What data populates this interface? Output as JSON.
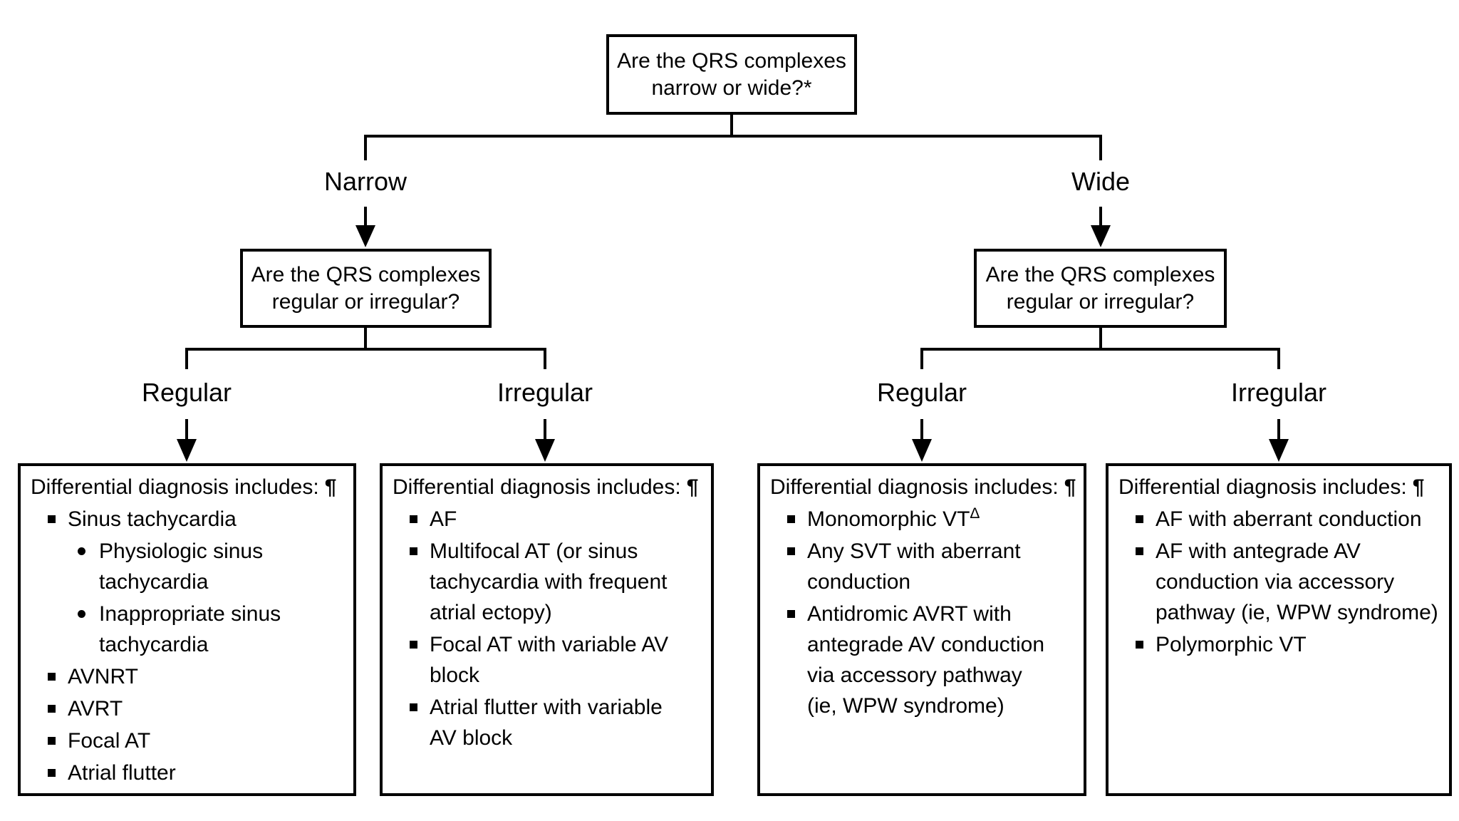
{
  "colors": {
    "ink": "#000000",
    "background": "#ffffff"
  },
  "root_question": {
    "text": "Are the QRS complexes narrow or wide?",
    "footnote_marker": "*"
  },
  "branches": {
    "narrow": {
      "label": "Narrow",
      "question": "Are the QRS complexes regular or irregular?"
    },
    "wide": {
      "label": "Wide",
      "question": "Are the QRS complexes regular or irregular?"
    }
  },
  "outcomes": [
    {
      "branch": "Narrow",
      "rhythm_label": "Regular",
      "title": "Differential diagnosis includes:",
      "title_marker": "¶",
      "items": [
        {
          "text": "Sinus tachycardia",
          "level": 1
        },
        {
          "text": "Physiologic sinus tachycardia",
          "level": 2
        },
        {
          "text": "Inappropriate sinus tachycardia",
          "level": 2
        },
        {
          "text": "AVNRT",
          "level": 1
        },
        {
          "text": "AVRT",
          "level": 1
        },
        {
          "text": "Focal AT",
          "level": 1
        },
        {
          "text": "Atrial flutter",
          "level": 1
        }
      ]
    },
    {
      "branch": "Narrow",
      "rhythm_label": "Irregular",
      "title": "Differential diagnosis includes:",
      "title_marker": "¶",
      "items": [
        {
          "text": "AF",
          "level": 1
        },
        {
          "text": "Multifocal AT (or sinus tachycardia with frequent atrial ectopy)",
          "level": 1
        },
        {
          "text": "Focal AT with variable AV block",
          "level": 1
        },
        {
          "text": "Atrial flutter with variable AV block",
          "level": 1
        }
      ]
    },
    {
      "branch": "Wide",
      "rhythm_label": "Regular",
      "title": "Differential diagnosis includes:",
      "title_marker": "¶",
      "items": [
        {
          "text": "Monomorphic VT",
          "sup": "Δ",
          "level": 1
        },
        {
          "text": "Any SVT with aberrant conduction",
          "level": 1
        },
        {
          "text": "Antidromic AVRT with antegrade AV conduction via accessory pathway (ie, WPW syndrome)",
          "level": 1
        }
      ]
    },
    {
      "branch": "Wide",
      "rhythm_label": "Irregular",
      "title": "Differential diagnosis includes:",
      "title_marker": "¶",
      "items": [
        {
          "text": "AF with aberrant conduction",
          "level": 1
        },
        {
          "text": "AF with antegrade AV conduction via accessory pathway (ie, WPW syndrome)",
          "level": 1
        },
        {
          "text": "Polymorphic VT",
          "level": 1
        }
      ]
    }
  ]
}
